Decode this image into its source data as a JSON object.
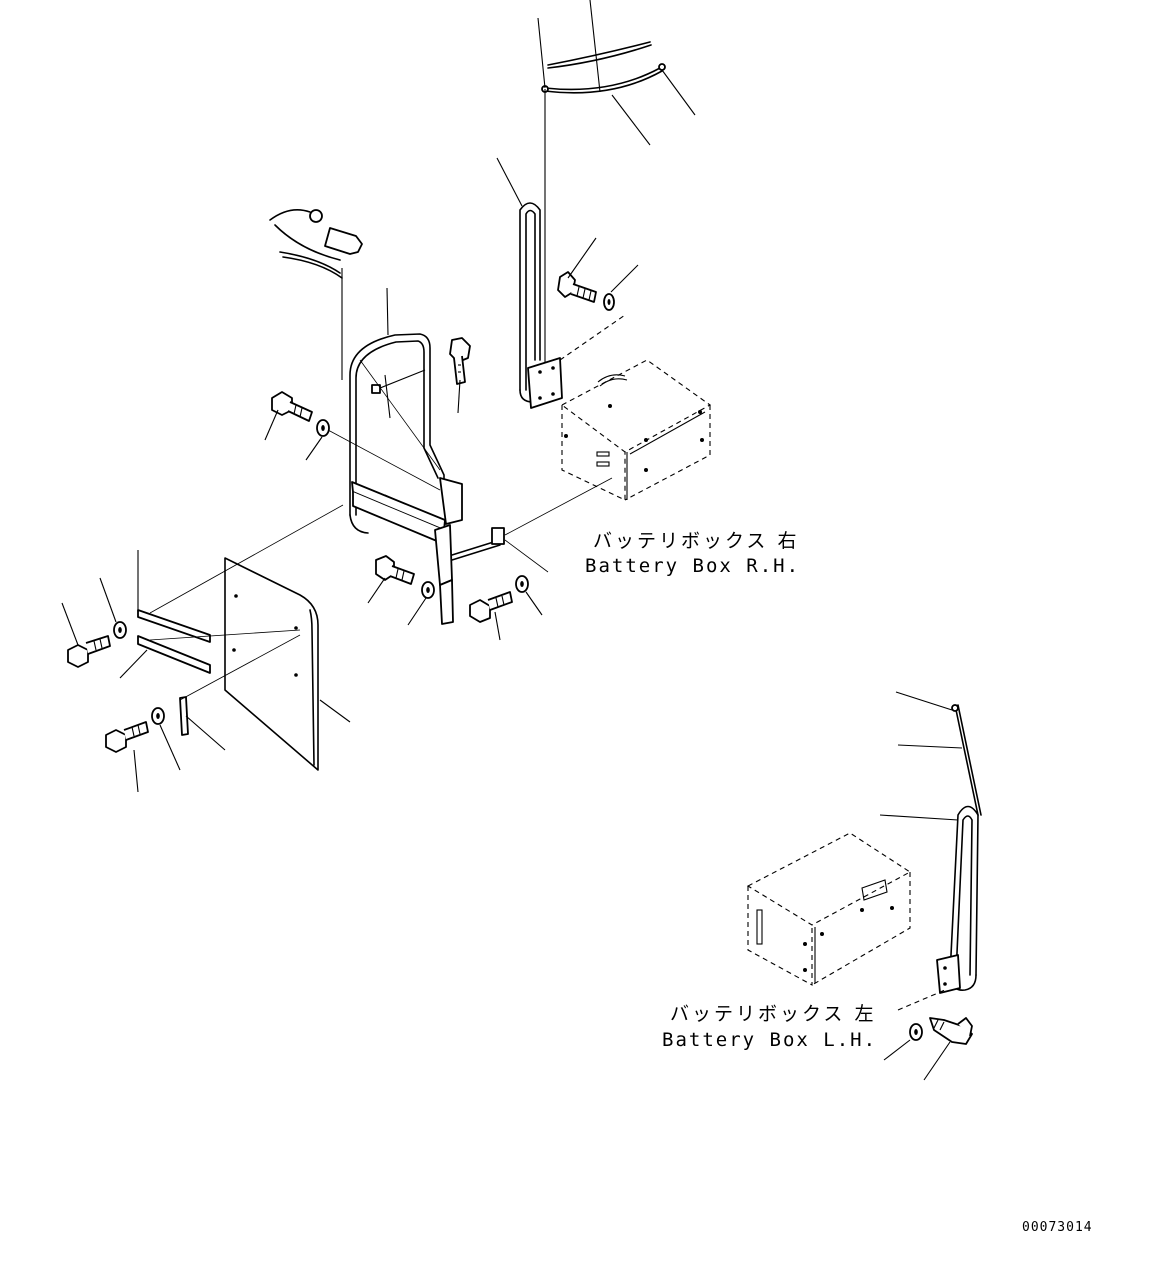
{
  "labels": {
    "battery_box_rh_jp": "バッテリボックス 右",
    "battery_box_rh_en": "Battery Box R.H.",
    "battery_box_lh_jp": "バッテリボックス 左",
    "battery_box_lh_en": "Battery Box L.H.",
    "drawing_number": "00073014"
  }
}
